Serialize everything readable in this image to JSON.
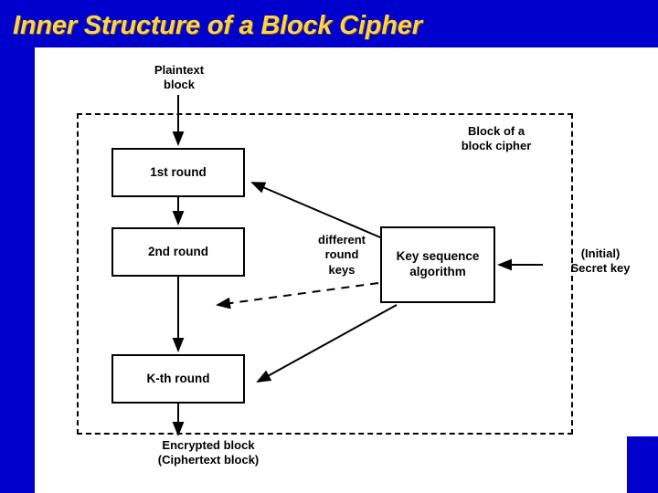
{
  "slide": {
    "title": "Inner Structure of a Block Cipher",
    "title_color": "#ffd24d",
    "background_color": "#0000cc",
    "page_color": "#ffffff"
  },
  "diagram": {
    "boxes": [
      {
        "id": "round1",
        "label": "1st round"
      },
      {
        "id": "round2",
        "label": "2nd round"
      },
      {
        "id": "roundk",
        "label": "K-th round"
      },
      {
        "id": "keyalg",
        "label": "Key\nsequence\nalgorithm"
      }
    ],
    "labels": [
      {
        "id": "plaintext",
        "text": "Plaintext\nblock"
      },
      {
        "id": "block-of-cipher",
        "text": "Block of a\nblock cipher"
      },
      {
        "id": "different-round-keys",
        "text": "different\nround\nkeys"
      },
      {
        "id": "initial-secret-key",
        "text": "(Initial)\nSecret key"
      },
      {
        "id": "encrypted-block",
        "text": "Encrypted block\n(Ciphertext block)"
      }
    ]
  },
  "chart_data": {
    "type": "diagram",
    "title": "Inner Structure of a Block Cipher",
    "nodes": [
      "Plaintext block",
      "1st round",
      "2nd round",
      "K-th round",
      "Key sequence algorithm",
      "Encrypted block (Ciphertext block)",
      "(Initial) Secret key"
    ],
    "edges": [
      {
        "from": "Plaintext block",
        "to": "1st round",
        "style": "solid"
      },
      {
        "from": "1st round",
        "to": "2nd round",
        "style": "solid"
      },
      {
        "from": "2nd round",
        "to": "K-th round",
        "style": "solid"
      },
      {
        "from": "K-th round",
        "to": "Encrypted block (Ciphertext block)",
        "style": "solid"
      },
      {
        "from": "(Initial) Secret key",
        "to": "Key sequence algorithm",
        "style": "solid"
      },
      {
        "from": "Key sequence algorithm",
        "to": "1st round",
        "style": "solid"
      },
      {
        "from": "Key sequence algorithm",
        "to": "2nd round",
        "style": "dashed"
      },
      {
        "from": "Key sequence algorithm",
        "to": "K-th round",
        "style": "solid"
      }
    ],
    "annotations": [
      "Block of a block cipher",
      "different round keys"
    ]
  }
}
